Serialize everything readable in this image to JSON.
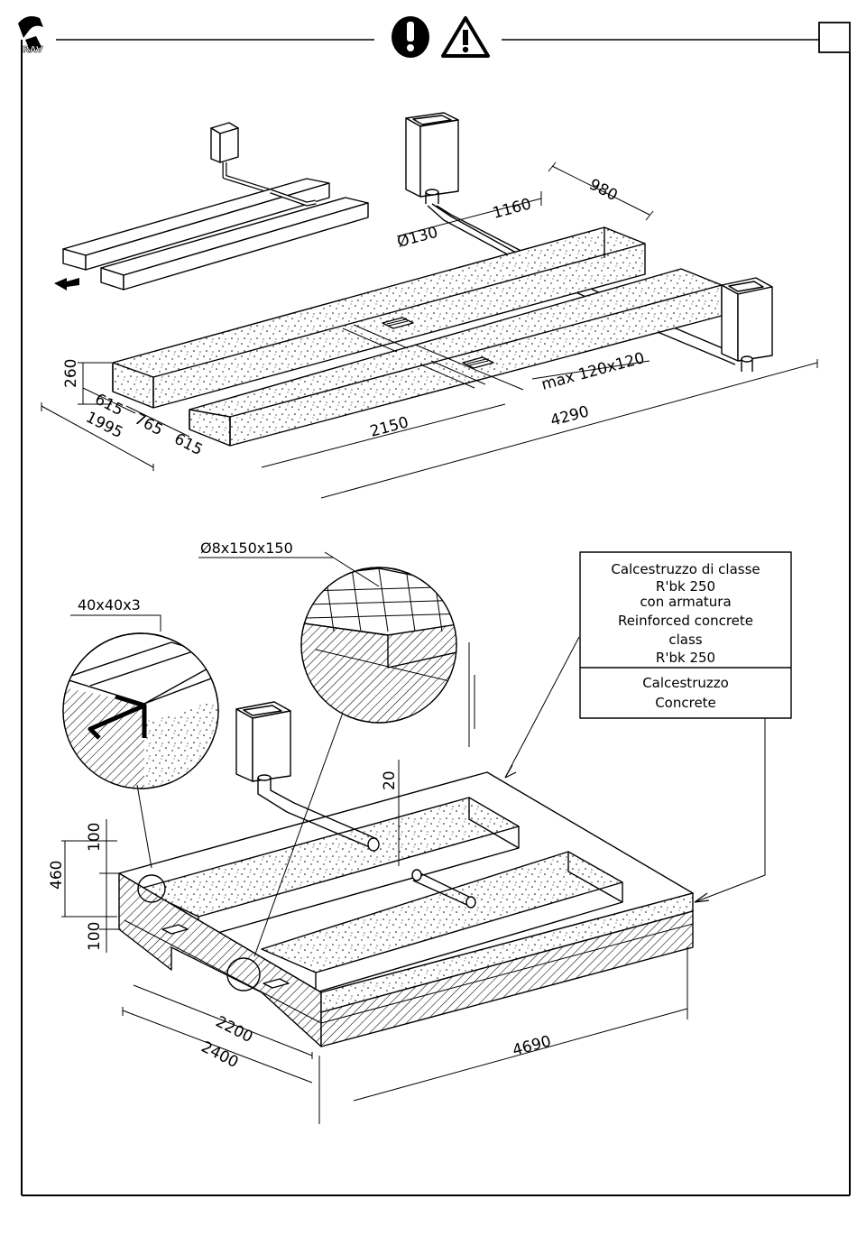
{
  "header": {
    "logo_icon": "rav-logo-icon",
    "warning_icons": [
      "mandatory-exclamation-icon",
      "warning-triangle-icon"
    ],
    "page_box": ""
  },
  "top_diagram": {
    "dimensions": {
      "d980": "980",
      "d1160": "1160",
      "d130": "Ø130",
      "d260": "260",
      "d615a": "615",
      "d765": "765",
      "d615b": "615",
      "d1995": "1995",
      "d2150": "2150",
      "d4290": "4290",
      "dmax": "max 120x120"
    }
  },
  "bottom_diagram": {
    "mesh_label": "Ø8x150x150",
    "angle_label": "40x40x3",
    "dimensions": {
      "d20": "20",
      "d100a": "100",
      "d460": "460",
      "d100b": "100",
      "d2200": "2200",
      "d2400": "2400",
      "d4690": "4690"
    },
    "legend": {
      "reinforced_lines": [
        "Calcestruzzo di classe",
        "R'bk 250",
        "con armatura",
        "Reinforced concrete",
        "class",
        "R'bk 250"
      ],
      "concrete_lines": [
        "Calcestruzzo",
        "Concrete"
      ]
    }
  }
}
